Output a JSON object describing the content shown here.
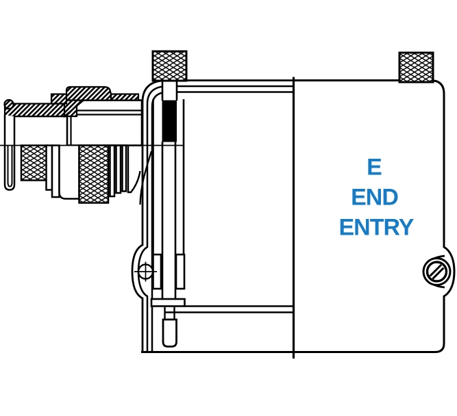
{
  "page": {
    "background": "#ffffff",
    "line_color": "#000000"
  },
  "annotation": {
    "line1": "E",
    "line2": "END",
    "line3": "ENTRY",
    "color": "#177cc4"
  }
}
